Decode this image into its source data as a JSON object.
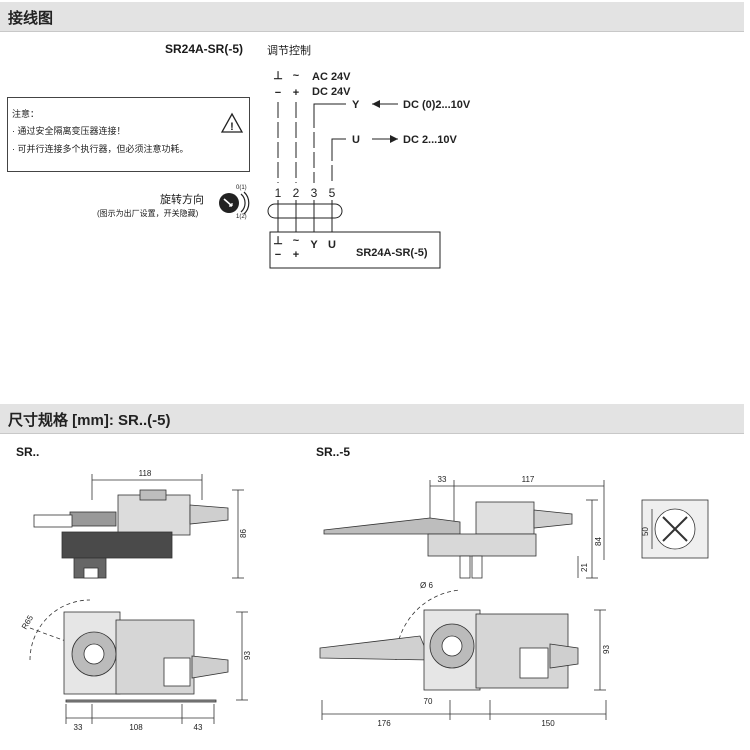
{
  "wiring": {
    "section_title": "接线图",
    "model": "SR24A-SR(-5)",
    "control_mode": "调节控制",
    "supply_ac": "AC 24V",
    "supply_dc": "DC 24V",
    "signal_y": "Y",
    "signal_y_range": "DC (0)2...10V",
    "signal_u": "U",
    "signal_u_range": "DC 2...10V",
    "terminal_numbers": [
      "1",
      "2",
      "3",
      "5"
    ],
    "sym_ground": "⊥",
    "sym_minus": "−",
    "sym_tilde": "~",
    "sym_plus": "+",
    "box_model": "SR24A-SR(-5)",
    "note_title": "注意：",
    "note_items": [
      "· 通过安全隔离变压器连接！",
      "· 可并行连接多个执行器，但必须注意功耗。"
    ],
    "rotation_title": "旋转方向",
    "rotation_subtitle": "(图示为出厂设置，开关隐藏)",
    "rotation_mark_0": "0(1)",
    "rotation_mark_1": "1(2)",
    "warning_glyph": "!"
  },
  "dimensions": {
    "section_title": "尺寸规格 [mm]: SR..(-5)",
    "left_label": "SR..",
    "right_label": "SR..-5",
    "left": {
      "top_width": "118",
      "height": "86",
      "radius": "R65",
      "bottom_height": "93",
      "dim_a": "33",
      "dim_b": "108",
      "dim_c": "43"
    },
    "right": {
      "dim_33": "33",
      "dim_117": "117",
      "dim_84": "84",
      "dim_21": "21",
      "dia": "Ø 6",
      "dim_93": "93",
      "dim_70": "70",
      "dim_176": "176",
      "dim_150": "150",
      "dim_50": "50"
    }
  },
  "colors": {
    "section_bar": "#e3e3e3",
    "ink": "#1a1a1a",
    "actuator_dark": "#555555",
    "actuator_light": "#d8d8d8"
  }
}
